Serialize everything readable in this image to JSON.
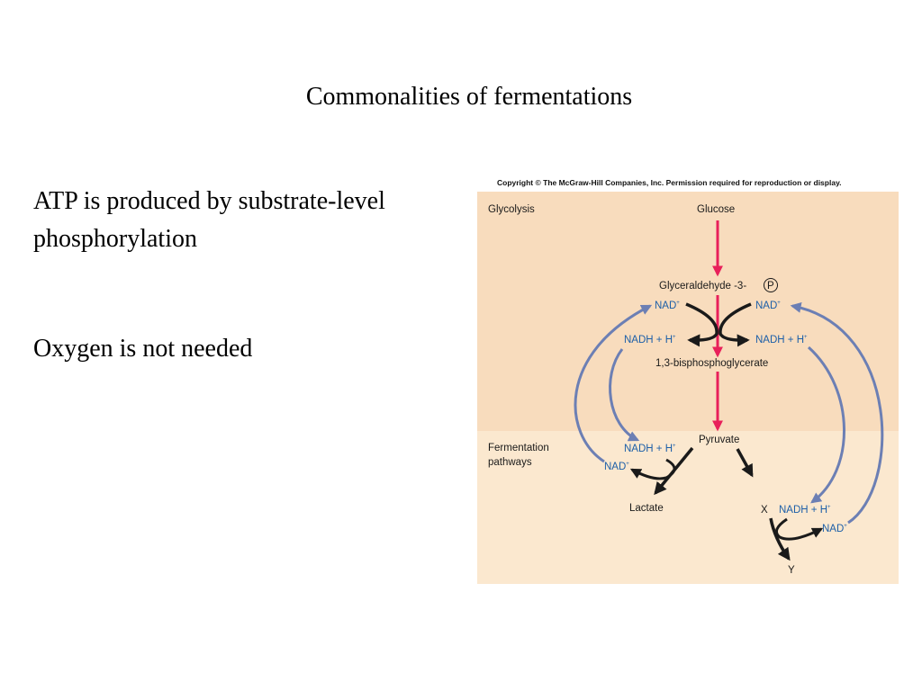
{
  "slide": {
    "title": "Commonalities of fermentations",
    "bullets": [
      "ATP is produced by substrate-level phosphorylation",
      "Oxygen is not needed"
    ]
  },
  "figure": {
    "copyright": "Copyright © The McGraw-Hill Companies, Inc. Permission required for reproduction or display.",
    "sections": {
      "glycolysis": "Glycolysis",
      "fermentation_line1": "Fermentation",
      "fermentation_line2": "pathways"
    },
    "molecules": {
      "glucose": "Glucose",
      "glyceraldehyde": "Glyceraldehyde -3-",
      "phosphate": "P",
      "bisphospho": "1,3-bisphosphoglycerate",
      "pyruvate": "Pyruvate",
      "lactate": "Lactate",
      "x": "X",
      "y": "Y"
    },
    "cofactors": {
      "nad": "NAD",
      "nad_sup": "+",
      "nadh": "NADH + H",
      "nadh_sup": "+"
    },
    "colors": {
      "glycolysis_bg": "#f8dcbd",
      "fermentation_bg": "#fbe8cf",
      "main_arrow": "#e8205a",
      "cycle_arrow": "#6c7fb4",
      "dark_arrow": "#1a1a1a",
      "cofactor_text": "#1d5fa8"
    }
  }
}
